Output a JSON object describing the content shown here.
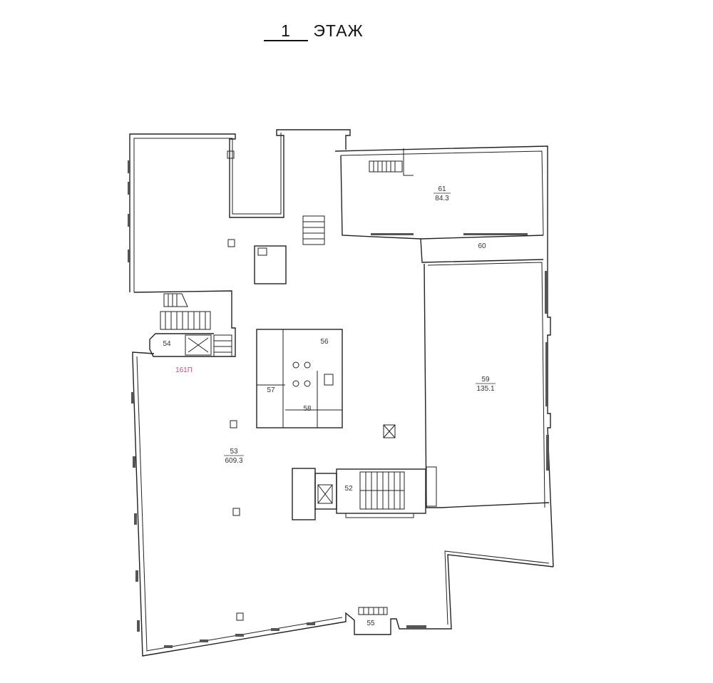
{
  "plan": {
    "title_number": "1",
    "title_text": "ЭТАЖ",
    "section_code": "161П",
    "accent_color": "#d2457a",
    "rooms": [
      {
        "number": "61",
        "area": "84.3"
      },
      {
        "number": "60"
      },
      {
        "number": "59",
        "area": "135.1"
      },
      {
        "number": "54"
      },
      {
        "number": "56"
      },
      {
        "number": "57"
      },
      {
        "number": "58"
      },
      {
        "number": "53",
        "area": "609.3"
      },
      {
        "number": "52"
      },
      {
        "number": "55"
      }
    ]
  }
}
